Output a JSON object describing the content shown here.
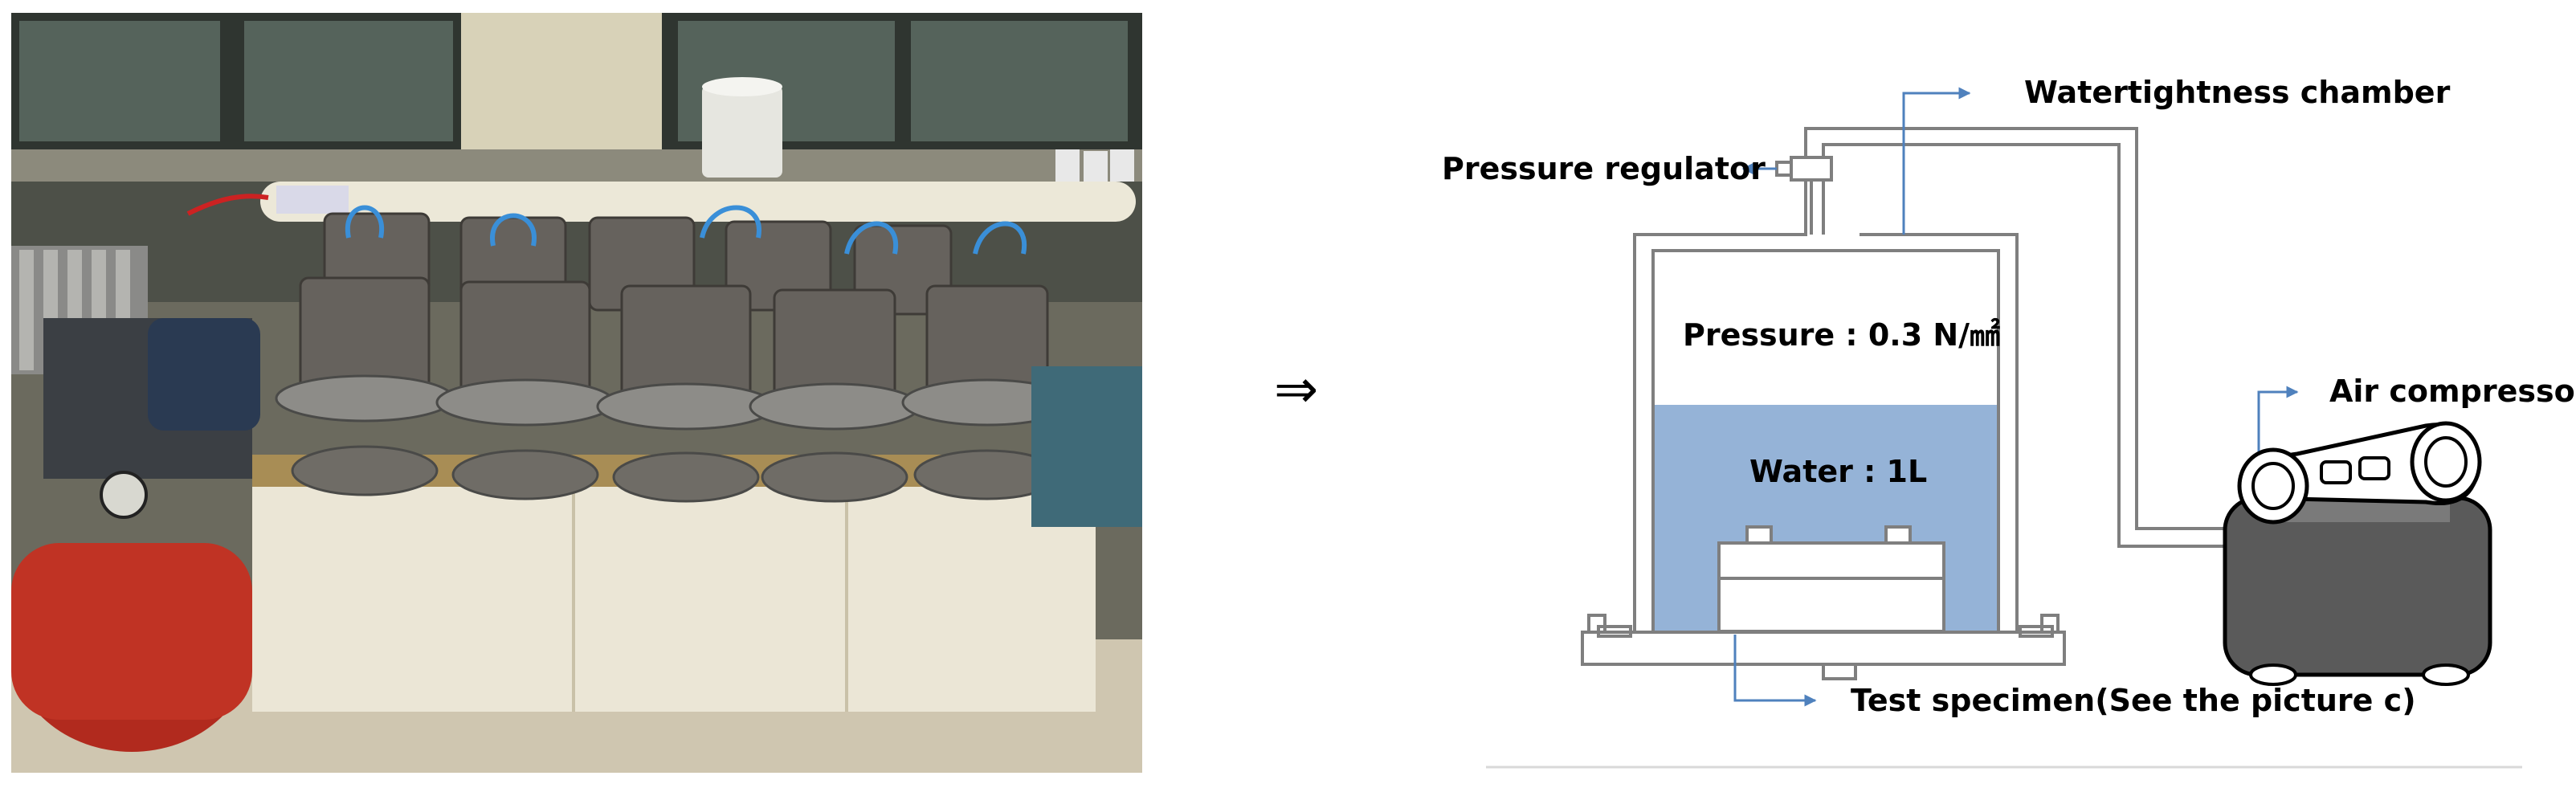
{
  "flow_symbol": "⇒",
  "diagram": {
    "labels": {
      "watertightness_chamber": "Watertightness chamber",
      "pressure_regulator": "Pressure regulator",
      "pressure": "Pressure : 0.3 N/㎟",
      "water": "Water : 1L",
      "air_compressor": "Air compressor",
      "test_specimen": "Test specimen(See the picture c)"
    },
    "colors": {
      "water": "#95b3d7",
      "pointer_arrow": "#4f81bd",
      "outline": "#7f7f7f",
      "compressor_body": "#5a5a5a"
    }
  },
  "photo": {
    "subject": "watertightness test apparatus with air compressor"
  }
}
